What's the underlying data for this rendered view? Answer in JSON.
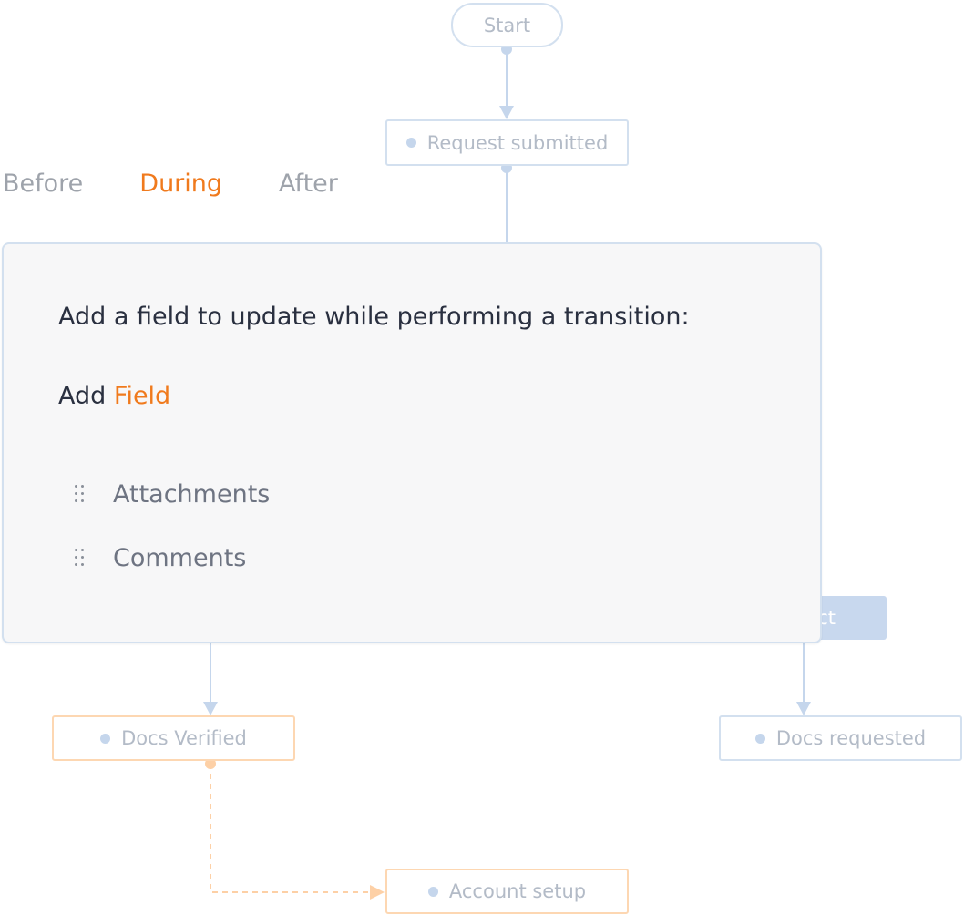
{
  "nodes": {
    "start": "Start",
    "request_submitted": "Request submitted",
    "docs_verified": "Docs Verified",
    "docs_requested": "Docs requested",
    "account_setup": "Account setup",
    "reject": "ct"
  },
  "tabs": [
    {
      "label": "Before",
      "active": false
    },
    {
      "label": "During",
      "active": true
    },
    {
      "label": "After",
      "active": false
    }
  ],
  "panel": {
    "heading": "Add a field to update while performing a transition:",
    "add_prefix": "Add",
    "add_link": "Field",
    "fields": [
      {
        "label": "Attachments"
      },
      {
        "label": "Comments"
      }
    ]
  },
  "colors": {
    "accent": "#f07a1d",
    "node_border": "#d3e0ef",
    "node_border_highlight": "#fdd7b2",
    "connector": "#c5d6ec",
    "connector_highlight": "#fdd0a6",
    "button_bg": "#c8d8ee"
  }
}
